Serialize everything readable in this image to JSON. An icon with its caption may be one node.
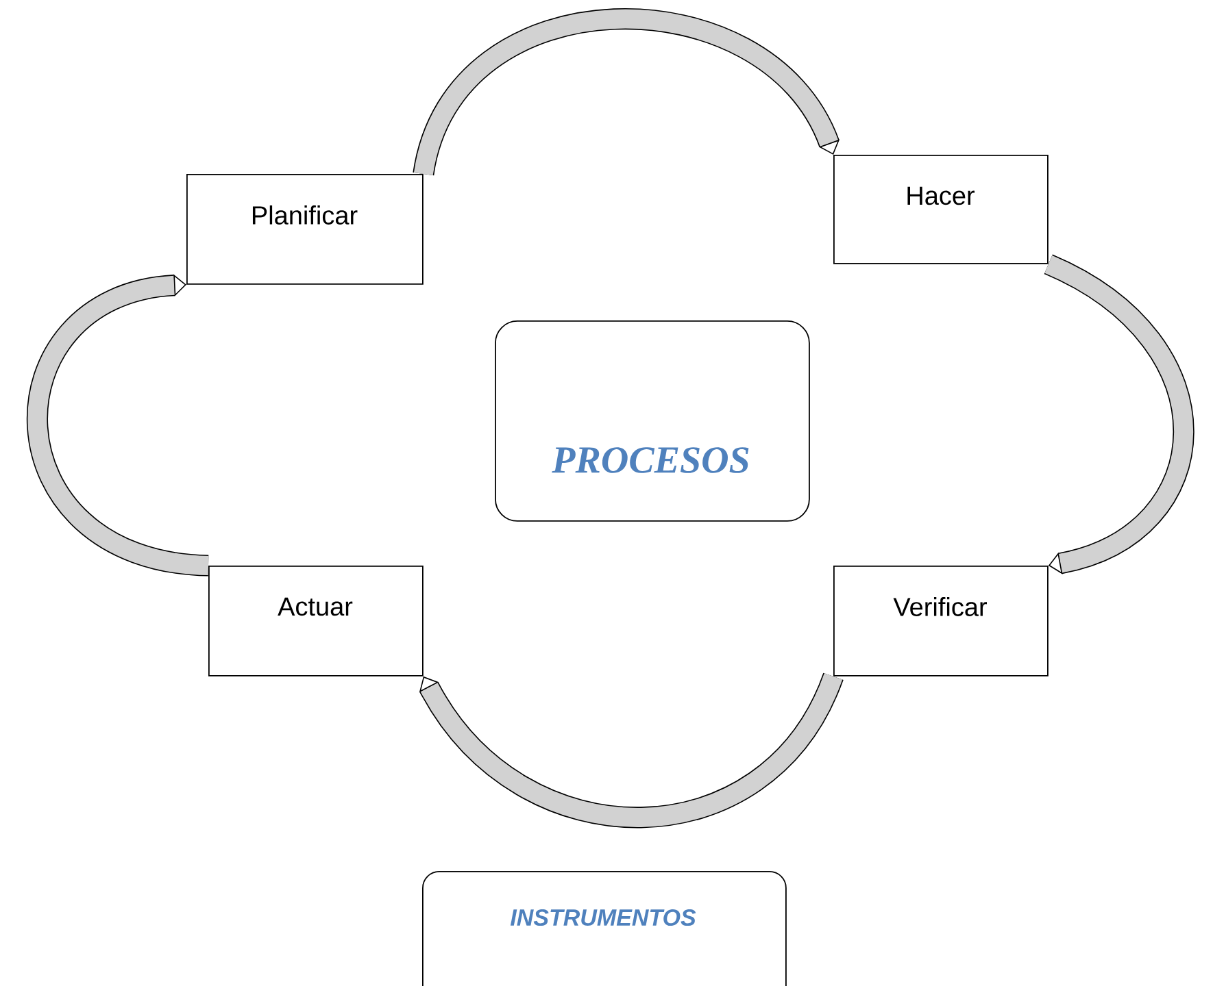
{
  "diagram": {
    "nodes": [
      {
        "text": [
          "Planificar"
        ]
      },
      {
        "text": [
          "Hacer"
        ]
      },
      {
        "text": [
          "PROCESOS"
        ]
      },
      {
        "text": [
          "Actuar"
        ]
      },
      {
        "text": [
          "Verificar"
        ]
      },
      {
        "text": [
          "INSTRUMENTOS"
        ]
      }
    ],
    "edges": [
      {
        "from": 0,
        "to": 1,
        "arrow": "to"
      },
      {
        "from": 1,
        "to": 4,
        "arrow": "to"
      },
      {
        "from": 4,
        "to": 3,
        "arrow": "to"
      },
      {
        "from": 3,
        "to": 0,
        "arrow": "to"
      }
    ]
  }
}
